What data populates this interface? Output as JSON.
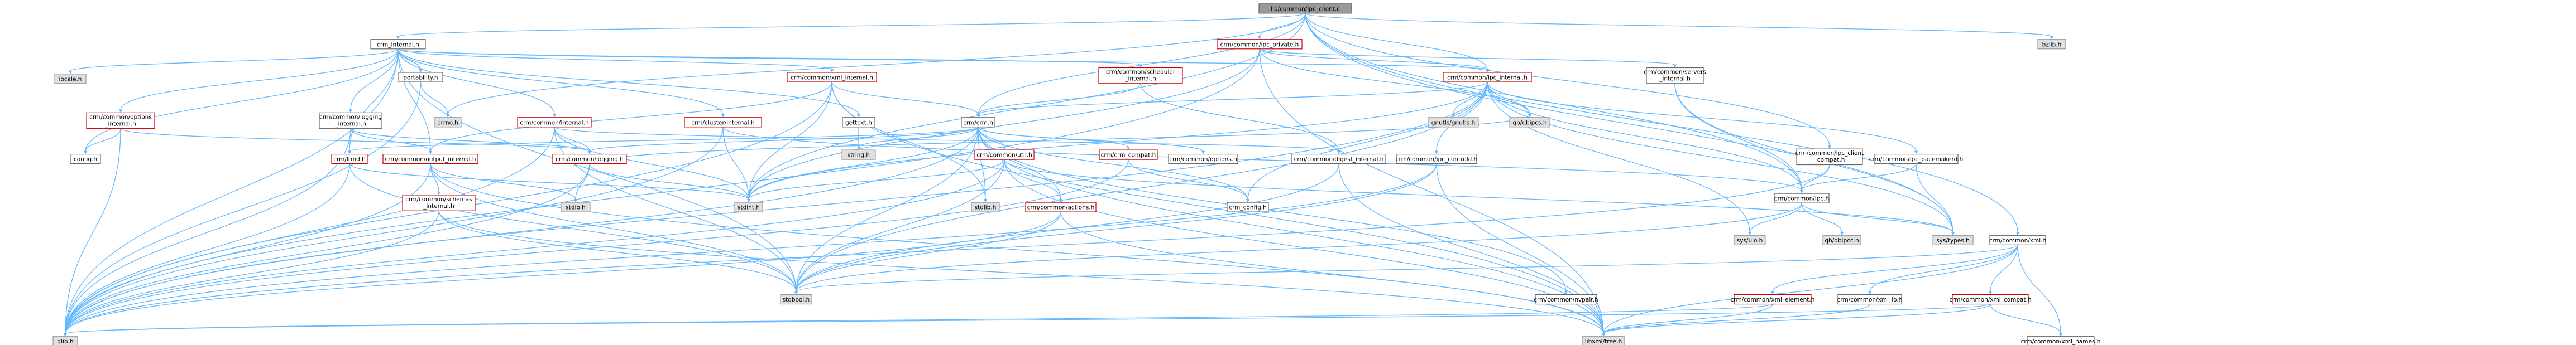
{
  "title": "lib/common/ipc_client.c",
  "colors": {
    "root_fill": "#999999",
    "root_border": "#666666",
    "internal_border": "#cc0000",
    "plain_border": "#666666",
    "external_fill": "#e0e0e0",
    "external_border": "#999999",
    "edge": "#63b8ff",
    "edge_alt": "#9a9a9a",
    "text": "#000000"
  },
  "nodes": [
    {
      "id": "root",
      "label": "lib/common/ipc_client.c",
      "kind": "root"
    },
    {
      "id": "crm_internal",
      "label": "crm_internal.h",
      "kind": "plain"
    },
    {
      "id": "crm_private",
      "label": "crm/common/ipc_private.h",
      "kind": "internal"
    },
    {
      "id": "bzlib",
      "label": "bzlib.h",
      "kind": "external"
    },
    {
      "id": "locale",
      "label": "locale.h",
      "kind": "external"
    },
    {
      "id": "portability",
      "label": "portability.h",
      "kind": "plain"
    },
    {
      "id": "xml_internal",
      "label": "crm/common/xml_internal.h",
      "kind": "internal"
    },
    {
      "id": "scheduler_internal",
      "label": "crm/common/scheduler_internal.h",
      "kind": "internal"
    },
    {
      "id": "ipc_internal",
      "label": "crm/common/ipc_internal.h",
      "kind": "internal"
    },
    {
      "id": "servers_internal",
      "label": "crm/common/servers_internal.h",
      "kind": "plain"
    },
    {
      "id": "options_internal",
      "label": "crm/common/options_internal.h",
      "kind": "internal"
    },
    {
      "id": "logging_internal",
      "label": "crm/common/logging_internal.h",
      "kind": "plain"
    },
    {
      "id": "errno",
      "label": "errno.h",
      "kind": "external"
    },
    {
      "id": "common_internal",
      "label": "crm/common/internal.h",
      "kind": "internal"
    },
    {
      "id": "cluster_internal",
      "label": "crm/cluster/internal.h",
      "kind": "internal"
    },
    {
      "id": "gettext",
      "label": "gettext.h",
      "kind": "plain"
    },
    {
      "id": "crm_h",
      "label": "crm/crm.h",
      "kind": "plain"
    },
    {
      "id": "gnutls",
      "label": "gnutls/gnutls.h",
      "kind": "external"
    },
    {
      "id": "qbipcs",
      "label": "qb/qbipcs.h",
      "kind": "external"
    },
    {
      "id": "config",
      "label": "config.h",
      "kind": "plain"
    },
    {
      "id": "output_internal",
      "label": "crm/common/output_internal.h",
      "kind": "internal"
    },
    {
      "id": "lrmd",
      "label": "crm/lrmd.h",
      "kind": "internal"
    },
    {
      "id": "string",
      "label": "string.h",
      "kind": "external"
    },
    {
      "id": "util",
      "label": "crm/common/util.h",
      "kind": "internal"
    },
    {
      "id": "crm_compat",
      "label": "crm/crm_compat.h",
      "kind": "internal"
    },
    {
      "id": "common_logging",
      "label": "crm/common/logging.h",
      "kind": "internal"
    },
    {
      "id": "common_options",
      "label": "crm/common/options.h",
      "kind": "plain"
    },
    {
      "id": "digest_internal",
      "label": "crm/common/digest_internal.h",
      "kind": "plain"
    },
    {
      "id": "ipc_controld",
      "label": "crm/common/ipc_controld.h",
      "kind": "plain"
    },
    {
      "id": "ipc_client_compat",
      "label": "crm/common/ipc_client_compat.h",
      "kind": "plain"
    },
    {
      "id": "ipc_pacemakerd",
      "label": "crm/common/ipc_pacemakerd.h",
      "kind": "plain"
    },
    {
      "id": "common_ipc",
      "label": "crm/common/ipc.h",
      "kind": "plain"
    },
    {
      "id": "schemas_internal",
      "label": "crm/common/schemas_internal.h",
      "kind": "internal"
    },
    {
      "id": "stdio",
      "label": "stdio.h",
      "kind": "external"
    },
    {
      "id": "stdint",
      "label": "stdint.h",
      "kind": "external"
    },
    {
      "id": "stdlib",
      "label": "stdlib.h",
      "kind": "external"
    },
    {
      "id": "actions",
      "label": "crm/common/actions.h",
      "kind": "internal"
    },
    {
      "id": "crm_config",
      "label": "crm_config.h",
      "kind": "plain"
    },
    {
      "id": "sysuio",
      "label": "sys/uio.h",
      "kind": "external"
    },
    {
      "id": "qbipcc",
      "label": "qb/qbipcc.h",
      "kind": "external"
    },
    {
      "id": "systypes",
      "label": "sys/types.h",
      "kind": "external"
    },
    {
      "id": "common_xml",
      "label": "crm/common/xml.h",
      "kind": "plain"
    },
    {
      "id": "stdbool",
      "label": "stdbool.h",
      "kind": "external"
    },
    {
      "id": "nvpair",
      "label": "crm/common/nvpair.h",
      "kind": "plain"
    },
    {
      "id": "xml_element",
      "label": "crm/common/xml_element.h",
      "kind": "internal"
    },
    {
      "id": "xml_io",
      "label": "crm/common/xml_io.h",
      "kind": "plain"
    },
    {
      "id": "xml_compat",
      "label": "crm/common/xml_compat.h",
      "kind": "internal"
    },
    {
      "id": "glib",
      "label": "glib.h",
      "kind": "external"
    },
    {
      "id": "libxml_tree",
      "label": "libxml/tree.h",
      "kind": "external"
    },
    {
      "id": "xml_names",
      "label": "crm/common/xml_names.h",
      "kind": "plain"
    }
  ],
  "edges": [
    [
      "root",
      "crm_internal"
    ],
    [
      "root",
      "crm_private"
    ],
    [
      "root",
      "bzlib"
    ],
    [
      "root",
      "errno"
    ],
    [
      "root",
      "crm_h"
    ],
    [
      "root",
      "ipc_internal"
    ],
    [
      "root",
      "common_ipc"
    ],
    [
      "root",
      "ipc_client_compat"
    ],
    [
      "root",
      "common_xml"
    ],
    [
      "root",
      "systypes"
    ],
    [
      "root",
      "stdint"
    ],
    [
      "crm_internal",
      "locale"
    ],
    [
      "crm_internal",
      "portability"
    ],
    [
      "crm_internal",
      "config"
    ],
    [
      "crm_internal",
      "options_internal"
    ],
    [
      "crm_internal",
      "logging_internal"
    ],
    [
      "crm_internal",
      "common_internal"
    ],
    [
      "crm_internal",
      "cluster_internal"
    ],
    [
      "crm_internal",
      "gettext"
    ],
    [
      "crm_internal",
      "xml_internal"
    ],
    [
      "crm_internal",
      "scheduler_internal"
    ],
    [
      "crm_internal",
      "ipc_internal"
    ],
    [
      "crm_internal",
      "output_internal"
    ],
    [
      "crm_internal",
      "glib"
    ],
    [
      "crm_internal",
      "stdbool"
    ],
    [
      "crm_internal",
      "lrmd"
    ],
    [
      "portability",
      "errno"
    ],
    [
      "portability",
      "glib"
    ],
    [
      "crm_private",
      "servers_internal"
    ],
    [
      "crm_private",
      "ipc_internal"
    ],
    [
      "crm_private",
      "stdint"
    ],
    [
      "crm_private",
      "glib"
    ],
    [
      "crm_private",
      "qbipcs"
    ],
    [
      "crm_private",
      "libxml_tree"
    ],
    [
      "xml_internal",
      "crm_h"
    ],
    [
      "xml_internal",
      "output_internal"
    ],
    [
      "xml_internal",
      "stdlib"
    ],
    [
      "xml_internal",
      "stdint"
    ],
    [
      "xml_internal",
      "glib"
    ],
    [
      "xml_internal",
      "libxml_tree"
    ],
    [
      "scheduler_internal",
      "digest_internal"
    ],
    [
      "scheduler_internal",
      "crm_h"
    ],
    [
      "ipc_internal",
      "gnutls"
    ],
    [
      "ipc_internal",
      "qbipcs"
    ],
    [
      "ipc_internal",
      "ipc_controld"
    ],
    [
      "ipc_internal",
      "ipc_pacemakerd"
    ],
    [
      "ipc_internal",
      "common_ipc"
    ],
    [
      "ipc_internal",
      "crm_h"
    ],
    [
      "ipc_internal",
      "stdbool"
    ],
    [
      "ipc_internal",
      "stdint"
    ],
    [
      "ipc_internal",
      "sysuio"
    ],
    [
      "ipc_internal",
      "systypes"
    ],
    [
      "ipc_internal",
      "glib"
    ],
    [
      "ipc_internal",
      "crm_config"
    ],
    [
      "servers_internal",
      "common_ipc"
    ],
    [
      "servers_internal",
      "systypes"
    ],
    [
      "options_internal",
      "config"
    ],
    [
      "options_internal",
      "glib"
    ],
    [
      "options_internal",
      "common_logging"
    ],
    [
      "logging_internal",
      "output_internal"
    ],
    [
      "logging_internal",
      "common_logging"
    ],
    [
      "logging_internal",
      "glib"
    ],
    [
      "common_internal",
      "common_logging"
    ],
    [
      "common_internal",
      "stdint"
    ],
    [
      "common_internal",
      "glib"
    ],
    [
      "common_internal",
      "stdbool"
    ],
    [
      "common_internal",
      "digest_internal"
    ],
    [
      "cluster_internal",
      "stdint"
    ],
    [
      "cluster_internal",
      "glib"
    ],
    [
      "cluster_internal",
      "common_ipc"
    ],
    [
      "gettext",
      "string"
    ],
    [
      "crm_h",
      "common_logging"
    ],
    [
      "crm_h",
      "util"
    ],
    [
      "crm_h",
      "crm_compat"
    ],
    [
      "crm_h",
      "common_options"
    ],
    [
      "crm_h",
      "string"
    ],
    [
      "crm_h",
      "stdlib"
    ],
    [
      "crm_h",
      "stdbool"
    ],
    [
      "crm_h",
      "stdint"
    ],
    [
      "crm_h",
      "crm_config"
    ],
    [
      "crm_h",
      "actions"
    ],
    [
      "crm_h",
      "glib"
    ],
    [
      "crm_h",
      "libxml_tree"
    ],
    [
      "crm_h",
      "nvpair"
    ],
    [
      "crm_h",
      "lrmd"
    ],
    [
      "output_internal",
      "stdio"
    ],
    [
      "output_internal",
      "libxml_tree"
    ],
    [
      "output_internal",
      "glib"
    ],
    [
      "output_internal",
      "stdbool"
    ],
    [
      "output_internal",
      "schemas_internal"
    ],
    [
      "lrmd",
      "stdbool"
    ],
    [
      "lrmd",
      "glib"
    ],
    [
      "lrmd",
      "stdint"
    ],
    [
      "util",
      "stdint"
    ],
    [
      "util",
      "stdbool"
    ],
    [
      "util",
      "glib"
    ],
    [
      "util",
      "systypes"
    ],
    [
      "util",
      "actions"
    ],
    [
      "util",
      "libxml_tree"
    ],
    [
      "crm_compat",
      "crm_config"
    ],
    [
      "crm_compat",
      "glib"
    ],
    [
      "common_logging",
      "stdio"
    ],
    [
      "common_logging",
      "glib"
    ],
    [
      "common_logging",
      "stdint"
    ],
    [
      "common_logging",
      "qbipcs"
    ],
    [
      "digest_internal",
      "libxml_tree"
    ],
    [
      "digest_internal",
      "stdbool"
    ],
    [
      "ipc_controld",
      "stdbool"
    ],
    [
      "ipc_controld",
      "glib"
    ],
    [
      "ipc_controld",
      "libxml_tree"
    ],
    [
      "ipc_client_compat",
      "common_ipc"
    ],
    [
      "ipc_client_compat",
      "glib"
    ],
    [
      "ipc_pacemakerd",
      "systypes"
    ],
    [
      "ipc_pacemakerd",
      "common_ipc"
    ],
    [
      "common_ipc",
      "sysuio"
    ],
    [
      "common_ipc",
      "qbipcc"
    ],
    [
      "common_ipc",
      "systypes"
    ],
    [
      "common_ipc",
      "stdbool"
    ],
    [
      "schemas_internal",
      "glib"
    ],
    [
      "schemas_internal",
      "stdbool"
    ],
    [
      "schemas_internal",
      "libxml_tree"
    ],
    [
      "actions",
      "stdbool"
    ],
    [
      "actions",
      "glib"
    ],
    [
      "actions",
      "libxml_tree"
    ],
    [
      "common_xml",
      "xml_element"
    ],
    [
      "common_xml",
      "xml_io"
    ],
    [
      "common_xml",
      "xml_compat"
    ],
    [
      "common_xml",
      "xml_names"
    ],
    [
      "common_xml",
      "stdbool"
    ],
    [
      "common_xml",
      "libxml_tree"
    ],
    [
      "xml_element",
      "glib"
    ],
    [
      "xml_element",
      "libxml_tree"
    ],
    [
      "xml_io",
      "libxml_tree"
    ],
    [
      "xml_compat",
      "glib"
    ],
    [
      "xml_compat",
      "libxml_tree"
    ],
    [
      "xml_compat",
      "xml_names"
    ]
  ]
}
